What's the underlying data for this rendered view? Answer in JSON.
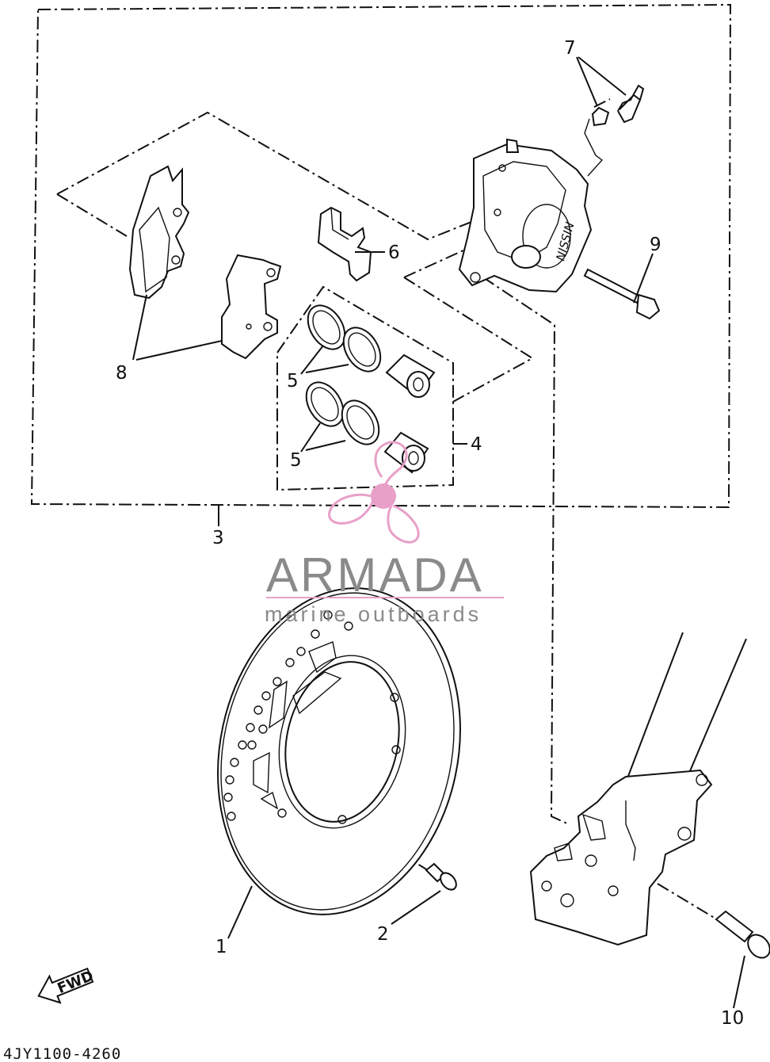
{
  "diagram_code": "4JY1100-4260",
  "callouts": {
    "c1": "1",
    "c2": "2",
    "c3": "3",
    "c4": "4",
    "c5a": "5",
    "c5b": "5",
    "c6": "6",
    "c7": "7",
    "c8": "8",
    "c9": "9",
    "c10": "10"
  },
  "caliper_marking": "NISSIN",
  "fwd_label": "FWD",
  "watermark": {
    "title": "ARMADA",
    "subtitle": "marine outboards",
    "colors": {
      "logo": "#e8a0c8",
      "text": "#8a8a8a",
      "rule": "#e8a0c8"
    }
  },
  "colors": {
    "ink": "#111111",
    "background": "#ffffff"
  }
}
